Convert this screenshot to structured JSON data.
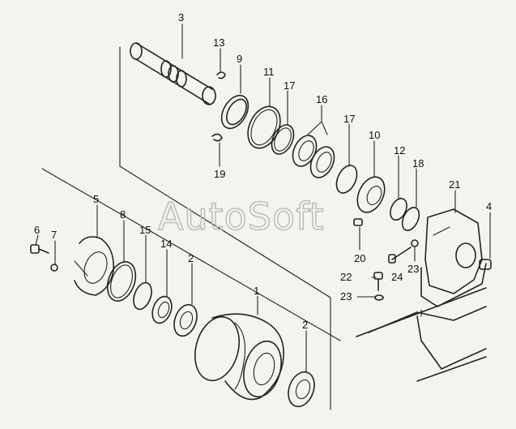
{
  "watermark": "AutoSoft",
  "labels": {
    "p1": "1",
    "p2a": "2",
    "p2b": "2",
    "p3": "3",
    "p4": "4",
    "p5": "5",
    "p6": "6",
    "p7": "7",
    "p8": "8",
    "p9": "9",
    "p10": "10",
    "p11": "11",
    "p12": "12",
    "p13": "13",
    "p14": "14",
    "p15": "15",
    "p16": "16",
    "p17a": "17",
    "p17b": "17",
    "p18": "18",
    "p19": "19",
    "p20": "20",
    "p21": "21",
    "p22": "22",
    "p23a": "23",
    "p23b": "23",
    "p24": "24"
  }
}
